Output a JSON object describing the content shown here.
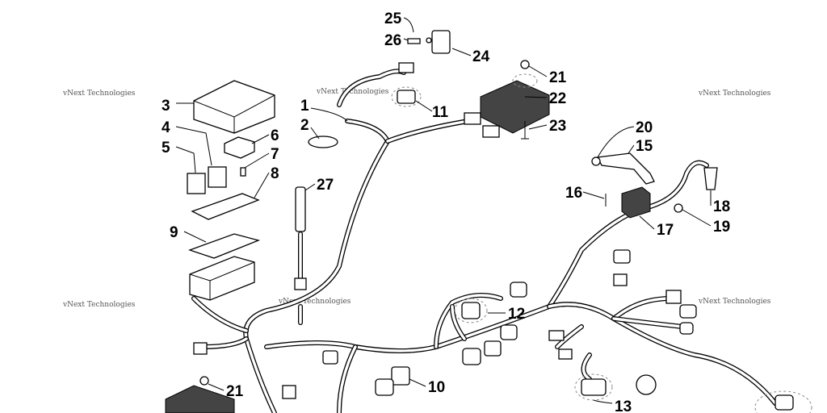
{
  "diagram": {
    "title": "Wiring harness assembly parts diagram",
    "callouts": {
      "c1": "1",
      "c2": "2",
      "c3": "3",
      "c4": "4",
      "c5": "5",
      "c6": "6",
      "c7": "7",
      "c8": "8",
      "c9": "9",
      "c10": "10",
      "c11": "11",
      "c12": "12",
      "c13": "13",
      "c15": "15",
      "c16": "16",
      "c17": "17",
      "c18": "18",
      "c19": "19",
      "c20": "20",
      "c21a": "21",
      "c21b": "21",
      "c22": "22",
      "c23": "23",
      "c24": "24",
      "c25": "25",
      "c26": "26",
      "c27": "27"
    },
    "watermark": "vNext Technologies"
  }
}
